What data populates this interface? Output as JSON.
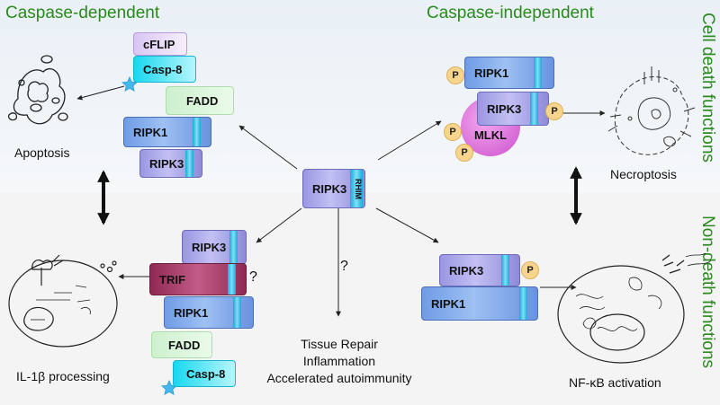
{
  "headings": {
    "caspase_dependent": "Caspase-dependent",
    "caspase_independent": "Caspase-independent",
    "cell_death_functions": "Cell death functions",
    "non_death_functions": "Non-death functions"
  },
  "center": {
    "ripk3": "RIPK3",
    "rhim": "RHIM"
  },
  "apoptosis": {
    "cflip": "cFLIP",
    "casp8": "Casp-8",
    "fadd": "FADD",
    "ripk1": "RIPK1",
    "ripk3": "RIPK3",
    "label": "Apoptosis"
  },
  "necroptosis": {
    "ripk1": "RIPK1",
    "ripk3": "RIPK3",
    "mlkl": "MLKL",
    "p": "P",
    "label": "Necroptosis"
  },
  "il1b": {
    "ripk3": "RIPK3",
    "trif": "TRIF",
    "question": "?",
    "ripk1": "RIPK1",
    "fadd": "FADD",
    "casp8": "Casp-8",
    "label": "IL-1β processing"
  },
  "nfkb": {
    "ripk3": "RIPK3",
    "ripk1": "RIPK1",
    "p": "P",
    "label": "NF-κB activation"
  },
  "middle": {
    "question": "?",
    "outcomes": [
      "Tissue Repair",
      "Inflammation",
      "Accelerated autoimmunity"
    ]
  },
  "colors": {
    "heading_green": "#2a8a1e",
    "ripk_blue": "#7aa3ea",
    "ripk_purple": "#a6a3ea",
    "rhim_cyan": "#2fc0e6",
    "trif": "#a33a66",
    "mlkl": "#dd6ddd",
    "phospho": "#f7d58c"
  }
}
